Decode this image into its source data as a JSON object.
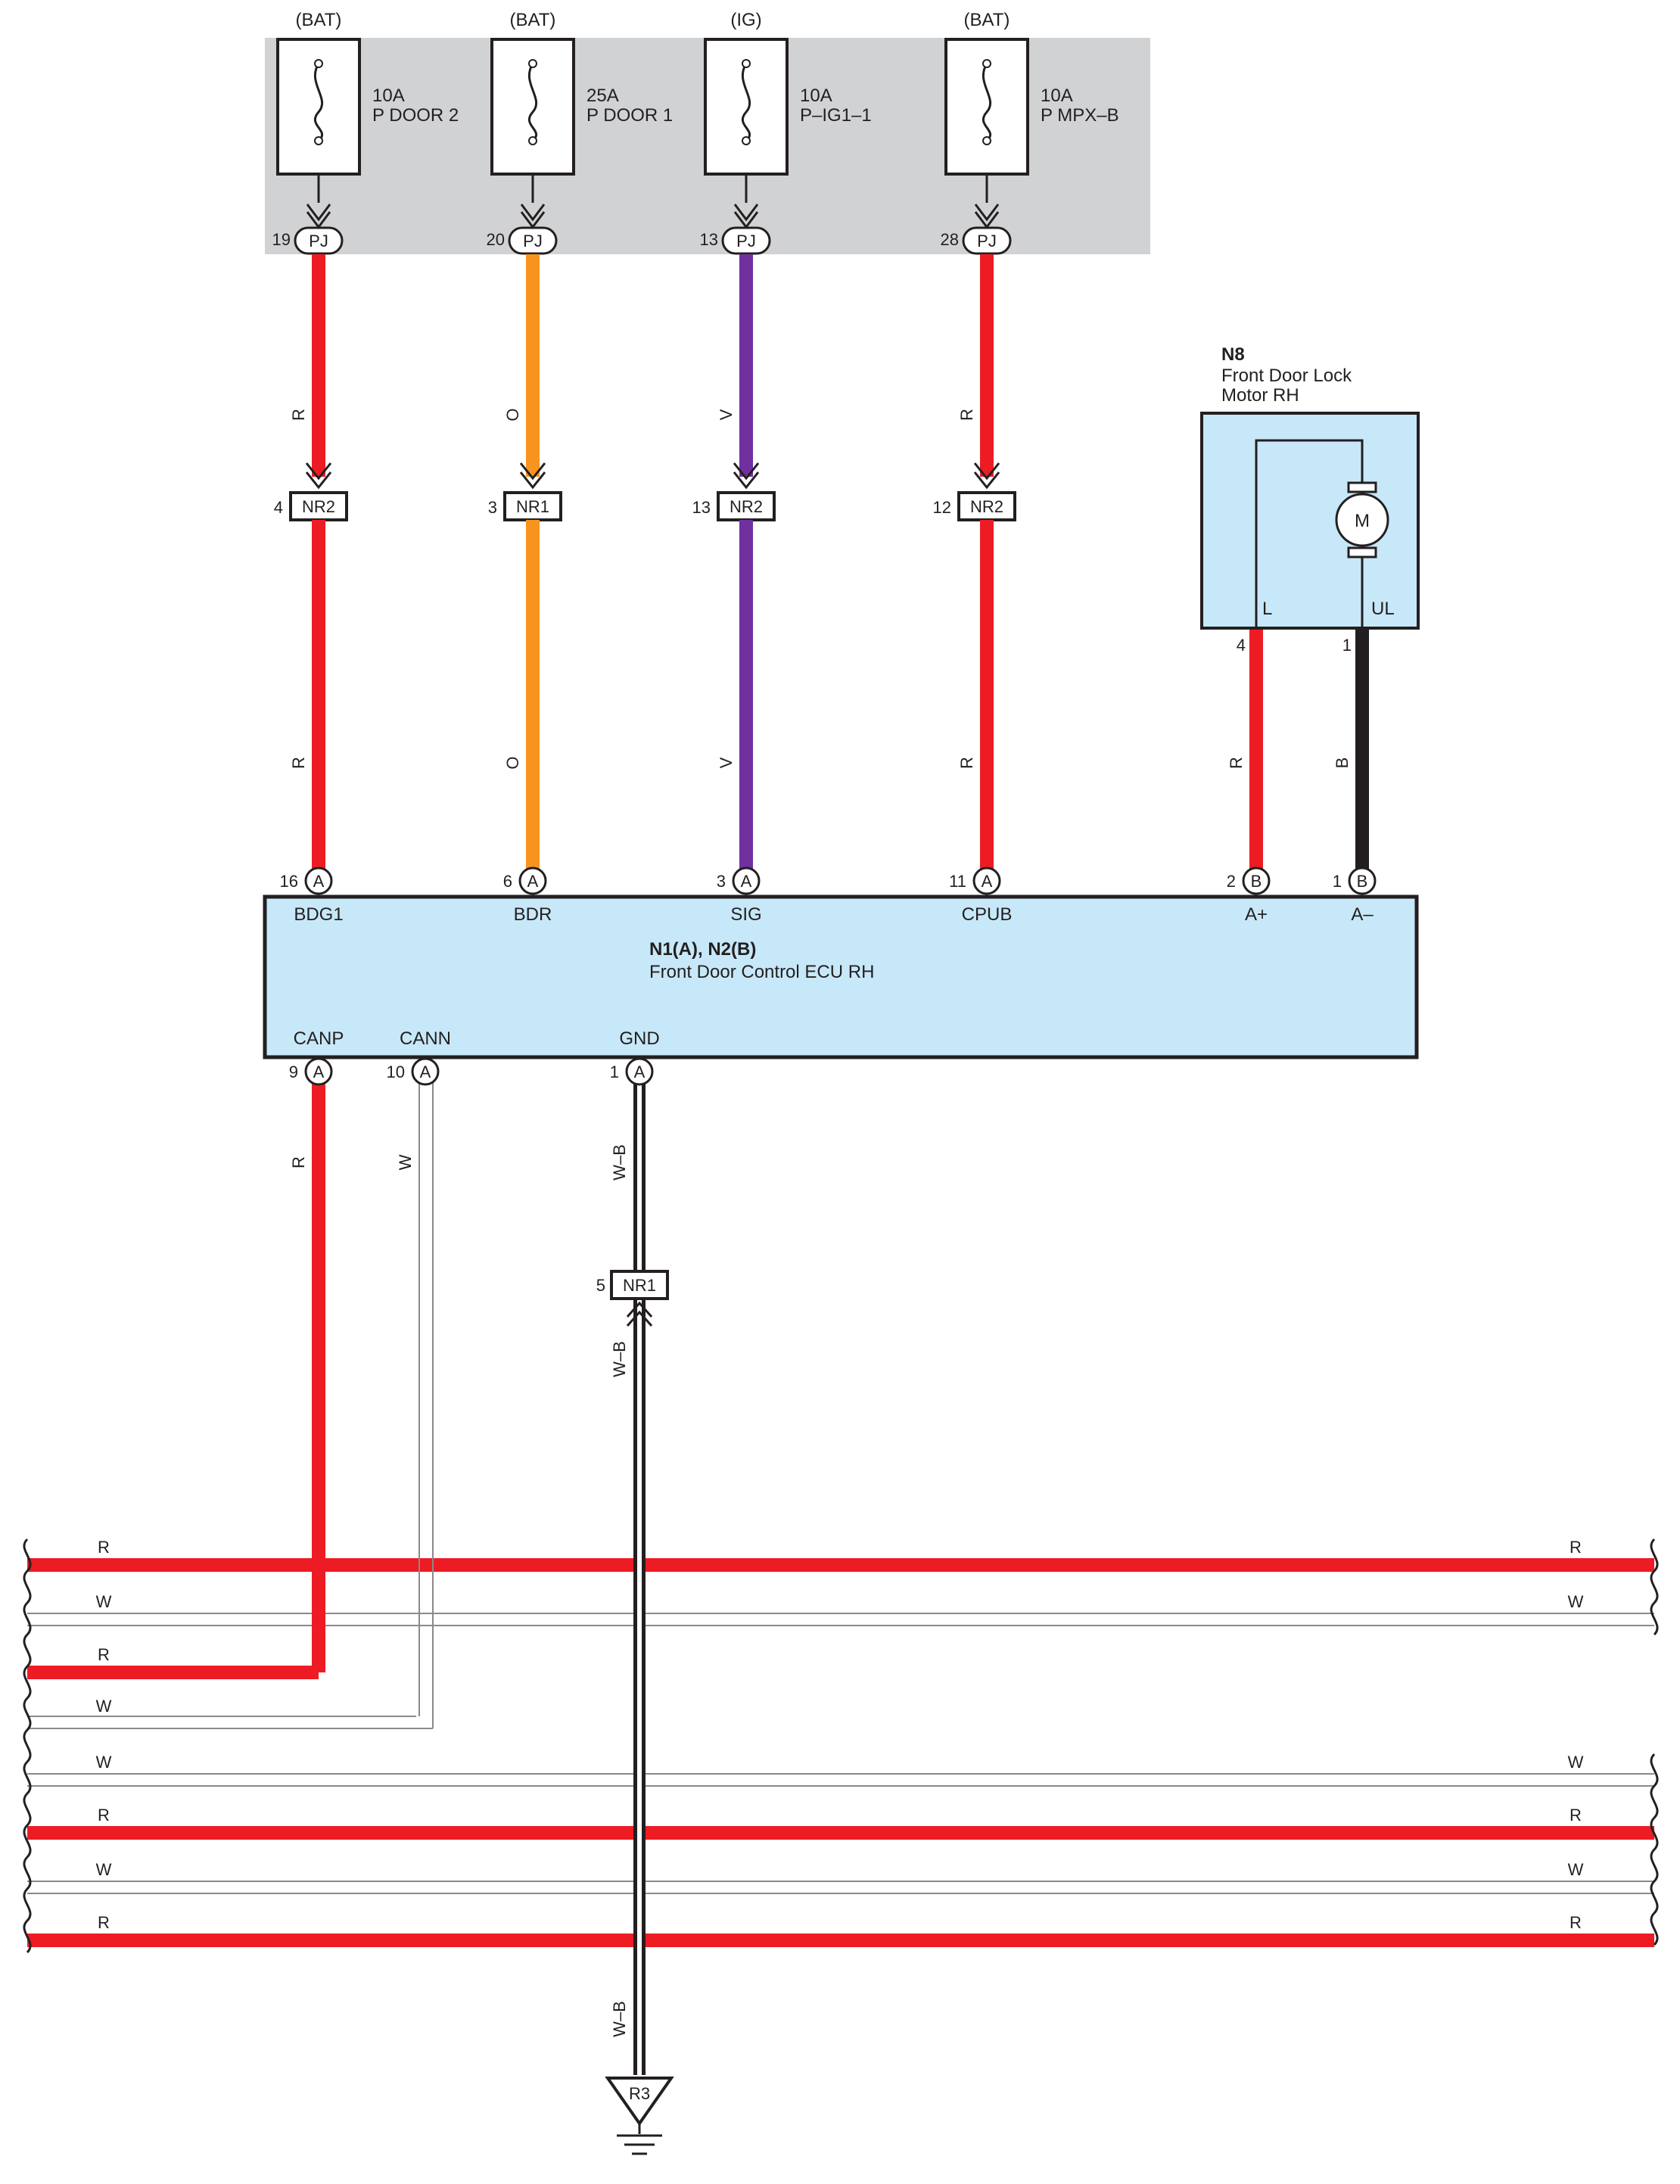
{
  "colors": {
    "R": "#ed1c24",
    "O": "#f7941d",
    "V": "#7030a0",
    "B": "#231f20",
    "W": "#ffffff",
    "ecu_fill": "#c7e8f8",
    "relay_box": "#d1d2d4"
  },
  "fuses": [
    {
      "supply": "(BAT)",
      "rating": "10A",
      "name": "P DOOR 2",
      "pin": "19",
      "conn": "PJ"
    },
    {
      "supply": "(BAT)",
      "rating": "25A",
      "name": "P DOOR 1",
      "pin": "20",
      "conn": "PJ"
    },
    {
      "supply": "(IG)",
      "rating": "10A",
      "name": "P–IG1–1",
      "pin": "13",
      "conn": "PJ"
    },
    {
      "supply": "(BAT)",
      "rating": "10A",
      "name": "P MPX–B",
      "pin": "28",
      "conn": "PJ"
    }
  ],
  "upper_wires": [
    {
      "color": "R",
      "conn_pin": "4",
      "conn": "NR2",
      "ecu_pin": "16",
      "ecu_conn": "A",
      "terminal": "BDG1"
    },
    {
      "color": "O",
      "conn_pin": "3",
      "conn": "NR1",
      "ecu_pin": "6",
      "ecu_conn": "A",
      "terminal": "BDR"
    },
    {
      "color": "V",
      "conn_pin": "13",
      "conn": "NR2",
      "ecu_pin": "3",
      "ecu_conn": "A",
      "terminal": "SIG"
    },
    {
      "color": "R",
      "conn_pin": "12",
      "conn": "NR2",
      "ecu_pin": "11",
      "ecu_conn": "A",
      "terminal": "CPUB"
    }
  ],
  "motor": {
    "code": "N8",
    "title_line1": "Front Door Lock",
    "title_line2": "Motor RH",
    "symbol": "M",
    "pin_l_label": "L",
    "pin_ul_label": "UL",
    "pin_l": "4",
    "pin_ul": "1",
    "wire_l": "R",
    "wire_ul": "B",
    "ecu_a_plus_pin": "2",
    "ecu_a_minus_pin": "1",
    "ecu_conn": "B",
    "a_plus": "A+",
    "a_minus": "A–"
  },
  "ecu": {
    "code": "N1(A), N2(B)",
    "name": "Front Door Control ECU RH",
    "canp": "CANP",
    "cann": "CANN",
    "gnd": "GND",
    "canp_pin": "9",
    "cann_pin": "10",
    "gnd_pin": "1",
    "conn": "A"
  },
  "lower": {
    "canp_wire": "R",
    "cann_wire": "W",
    "gnd_wire": "W–B",
    "gnd_conn_pin": "5",
    "gnd_conn": "NR1",
    "ground_point": "R3"
  },
  "bus_lines": [
    {
      "color": "R",
      "left": "R",
      "right": "R"
    },
    {
      "color": "W",
      "left": "W",
      "right": "W"
    },
    {
      "color": "R",
      "left": "R",
      "right": ""
    },
    {
      "color": "W",
      "left": "W",
      "right": ""
    },
    {
      "color": "W",
      "left": "W",
      "right": "W"
    },
    {
      "color": "R",
      "left": "R",
      "right": "R"
    },
    {
      "color": "W",
      "left": "W",
      "right": "W"
    },
    {
      "color": "R",
      "left": "R",
      "right": "R"
    }
  ]
}
